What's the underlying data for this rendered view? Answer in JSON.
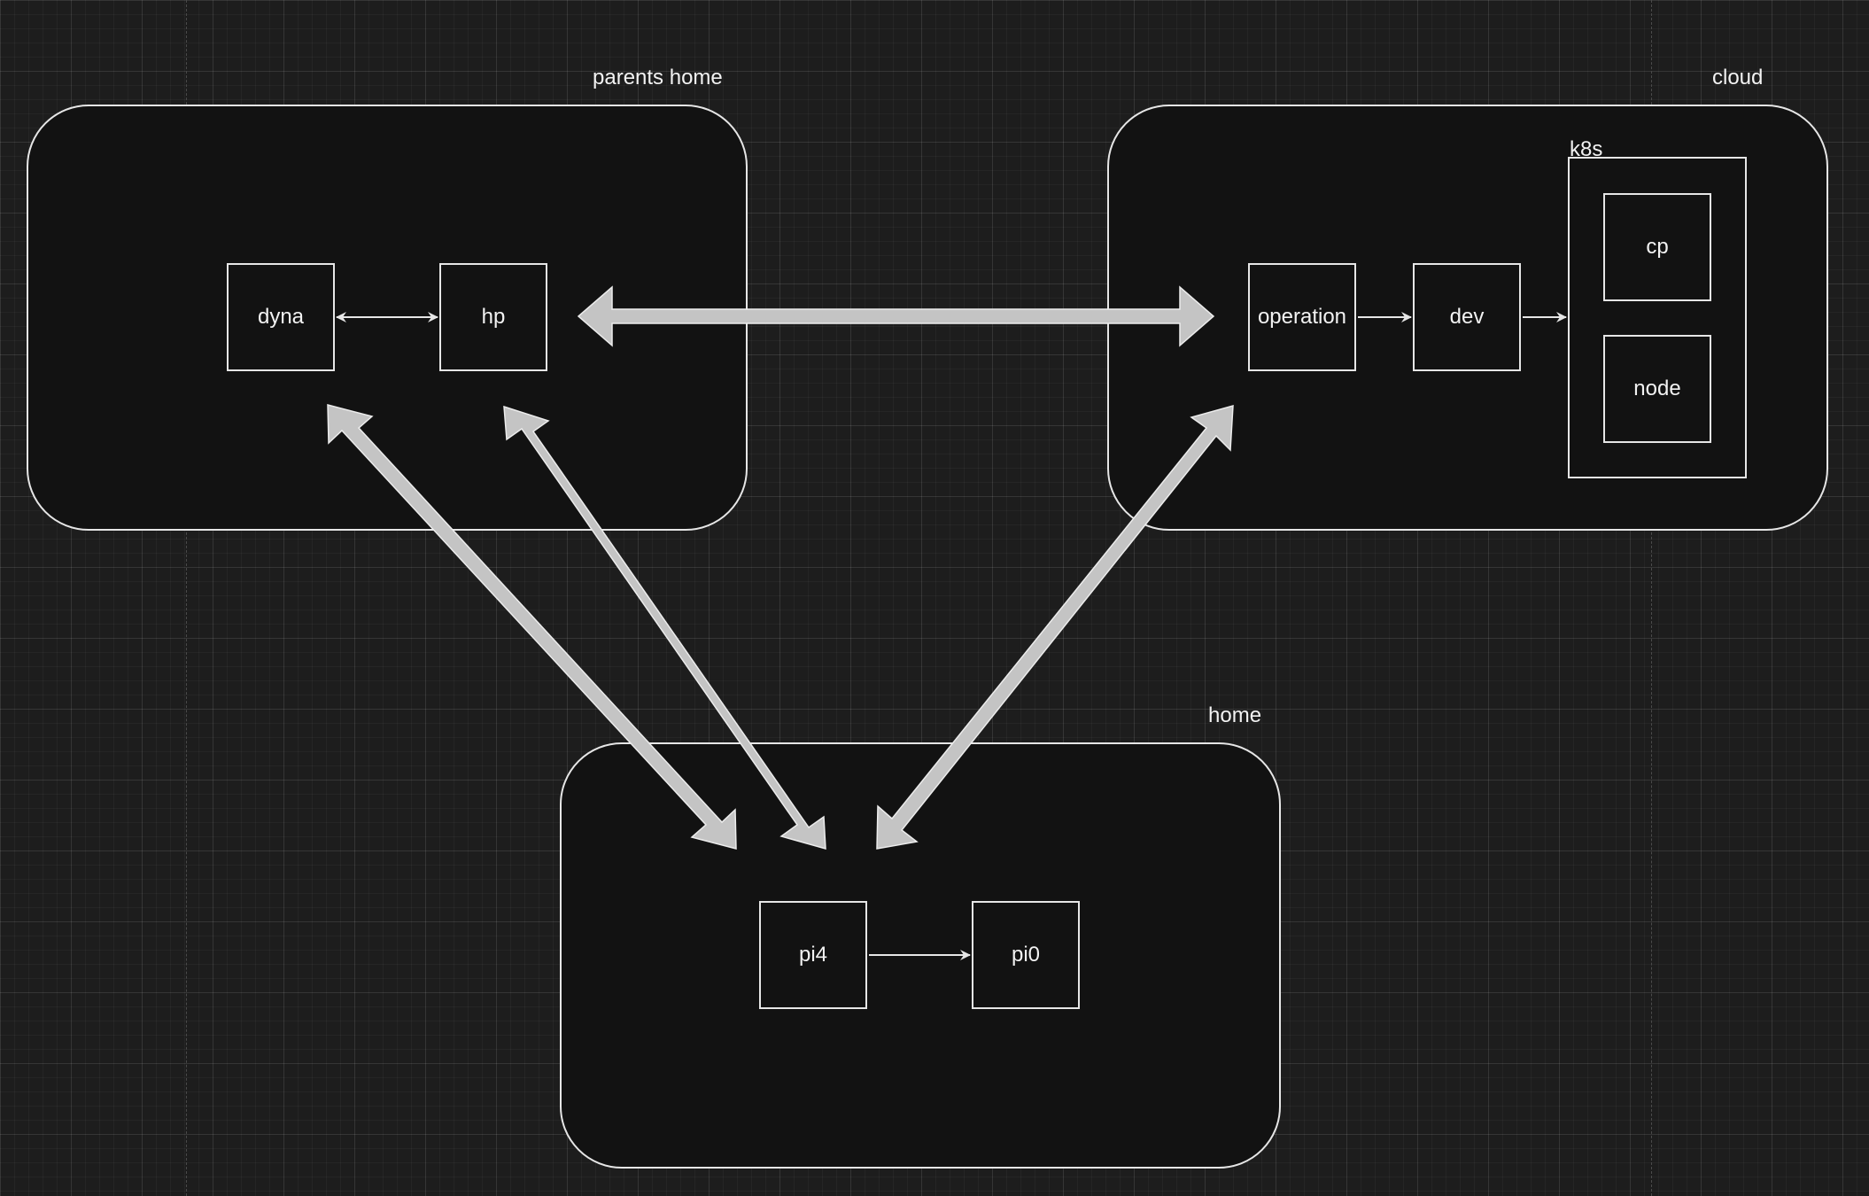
{
  "zones": {
    "parents_home": "parents home",
    "cloud": "cloud",
    "home": "home",
    "k8s": "k8s"
  },
  "nodes": {
    "dyna": "dyna",
    "hp": "hp",
    "operation": "operation",
    "dev": "dev",
    "cp": "cp",
    "node": "node",
    "pi4": "pi4",
    "pi0": "pi0"
  },
  "colors": {
    "canvas": "#1d1d1d",
    "shape_fill": "#121212",
    "stroke": "#e6e6e6",
    "text": "#f2f2f2",
    "connector": "#c4c4c4"
  },
  "edges": [
    {
      "from": "dyna",
      "to": "hp",
      "style": "thin",
      "bidirectional": true
    },
    {
      "from": "hp",
      "to": "operation",
      "style": "thick",
      "bidirectional": true
    },
    {
      "from": "operation",
      "to": "dev",
      "style": "thin",
      "bidirectional": false
    },
    {
      "from": "dev",
      "to": "k8s",
      "style": "thin",
      "bidirectional": false
    },
    {
      "from": "pi4",
      "to": "pi0",
      "style": "thin",
      "bidirectional": false
    },
    {
      "from": "dyna",
      "to": "home",
      "style": "thick",
      "bidirectional": true
    },
    {
      "from": "hp",
      "to": "home",
      "style": "thick",
      "bidirectional": true
    },
    {
      "from": "operation",
      "to": "home",
      "style": "thick",
      "bidirectional": true
    }
  ]
}
